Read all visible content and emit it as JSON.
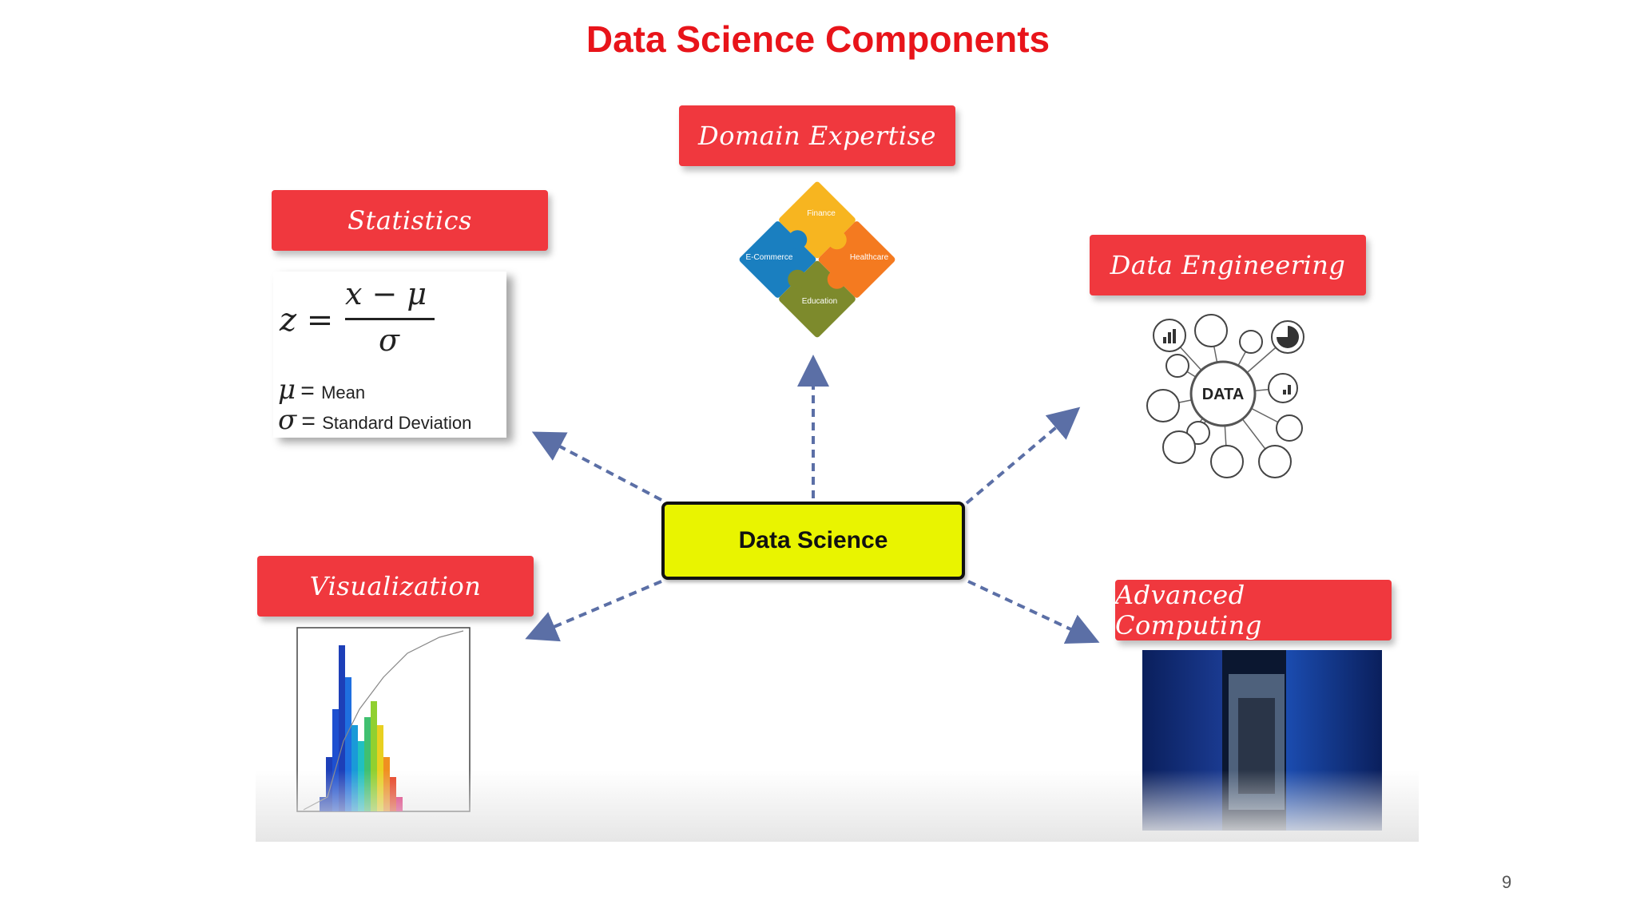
{
  "title": "Data Science Components",
  "center": "Data Science",
  "components": {
    "domain_expertise": "Domain Expertise",
    "statistics": "Statistics",
    "data_engineering": "Data Engineering",
    "visualization": "Visualization",
    "advanced_computing": "Advanced Computing"
  },
  "statistics_formula": {
    "lhs": "z =",
    "numerator": "x − μ",
    "denominator": "σ",
    "mu_symbol": "μ",
    "mu_label": "Mean",
    "sigma_symbol": "σ",
    "sigma_label": "Standard Deviation"
  },
  "puzzle_pieces": [
    "Finance",
    "E-Commerce",
    "Healthcare",
    "Education"
  ],
  "data_hub_label": "DATA",
  "page_number": "9",
  "colors": {
    "title": "#e8141a",
    "label_box": "#f0383e",
    "center_box": "#e9f400",
    "arrow": "#5b6fa6"
  }
}
